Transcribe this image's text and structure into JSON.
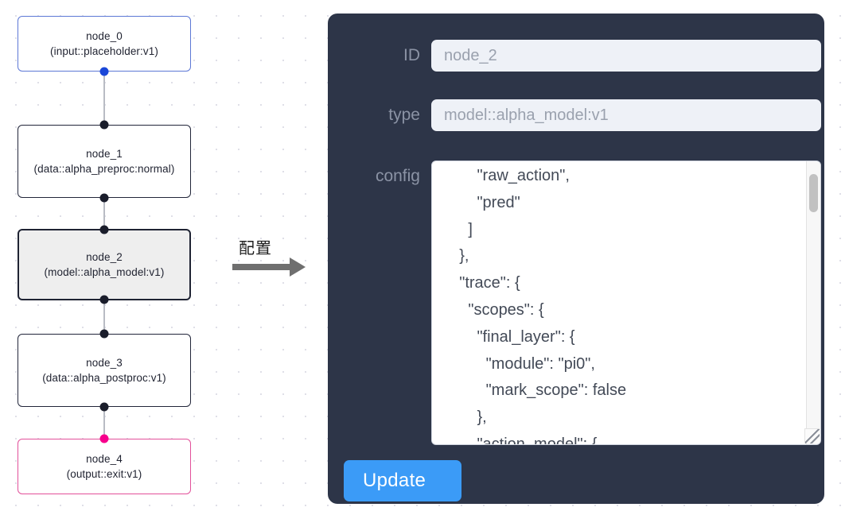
{
  "canvas": {
    "grid_dot_color": "#d9d9e3",
    "background": "#ffffff"
  },
  "flow": {
    "nodes": [
      {
        "id": "node_0",
        "title": "node_0",
        "subtitle": "(input::placeholder:v1)",
        "border_color": "#5d78d6",
        "state": "normal",
        "handle_color_bottom": "#1a47d8"
      },
      {
        "id": "node_1",
        "title": "node_1",
        "subtitle": "(data::alpha_preproc:normal)",
        "border_color": "#22263a",
        "state": "normal",
        "handle_color_bottom": "#1a1d2b"
      },
      {
        "id": "node_2",
        "title": "node_2",
        "subtitle": "(model::alpha_model:v1)",
        "border_color": "#1f2333",
        "state": "selected",
        "handle_color_bottom": "#1a1d2b"
      },
      {
        "id": "node_3",
        "title": "node_3",
        "subtitle": "(data::alpha_postproc:v1)",
        "border_color": "#22263a",
        "state": "normal",
        "handle_color_bottom": "#1a1d2b"
      },
      {
        "id": "node_4",
        "title": "node_4",
        "subtitle": "(output::exit:v1)",
        "border_color": "#e2509a",
        "state": "normal",
        "handle_color_top": "#f7008c"
      }
    ],
    "edges": [
      {
        "from": "node_0",
        "to": "node_1"
      },
      {
        "from": "node_1",
        "to": "node_2"
      },
      {
        "from": "node_2",
        "to": "node_3"
      },
      {
        "from": "node_3",
        "to": "node_4"
      }
    ]
  },
  "arrow": {
    "label": "配置",
    "color": "#6f6f6f"
  },
  "panel": {
    "background": "#2d3548",
    "fields": [
      {
        "label": "ID",
        "value": "node_2"
      },
      {
        "label": "type",
        "value": "model::alpha_model:v1"
      },
      {
        "label": "config",
        "value": ""
      }
    ],
    "id_label": "ID",
    "id_value": "node_2",
    "type_label": "type",
    "type_value": "model::alpha_model:v1",
    "config_label": "config",
    "config_value": "        \"raw_action\",\n        \"pred\"\n      ]\n    },\n    \"trace\": {\n      \"scopes\": {\n        \"final_layer\": {\n          \"module\": \"pi0\",\n          \"mark_scope\": false\n        },\n        \"action_model\": {",
    "update_label": "Update",
    "update_color": "#3b9bf7"
  }
}
